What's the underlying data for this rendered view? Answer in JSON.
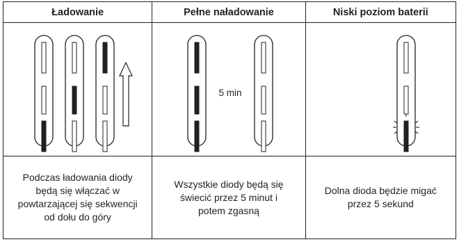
{
  "columns": [
    {
      "header": "Ładowanie",
      "description_lines": [
        "Podczas ładowania diody",
        "będą się włączać w",
        "powtarzającej się sekwencji",
        "od dołu do góry"
      ],
      "indicators": [
        {
          "segments_lit": [
            "off",
            "off",
            "on"
          ]
        },
        {
          "segments_lit": [
            "off",
            "on",
            "off"
          ]
        },
        {
          "segments_lit": [
            "on",
            "off",
            "off"
          ]
        }
      ],
      "arrow": "up-arrow"
    },
    {
      "header": "Pełne naładowanie",
      "description_lines": [
        "Wszystkie diody będą się",
        "świecić przez 5 minut i",
        "potem zgasną"
      ],
      "indicators": [
        {
          "segments_lit": [
            "on",
            "on",
            "on"
          ]
        },
        {
          "segments_lit": [
            "off",
            "off",
            "off"
          ]
        }
      ],
      "transition_label": "5 min"
    },
    {
      "header": "Niski poziom baterii",
      "description_lines": [
        "Dolna dioda będzie migać",
        "przez 5 sekund"
      ],
      "indicators": [
        {
          "segments_lit": [
            "off",
            "off",
            "blink"
          ]
        }
      ]
    }
  ],
  "colors": {
    "line": "#231f20",
    "background": "#ffffff"
  }
}
